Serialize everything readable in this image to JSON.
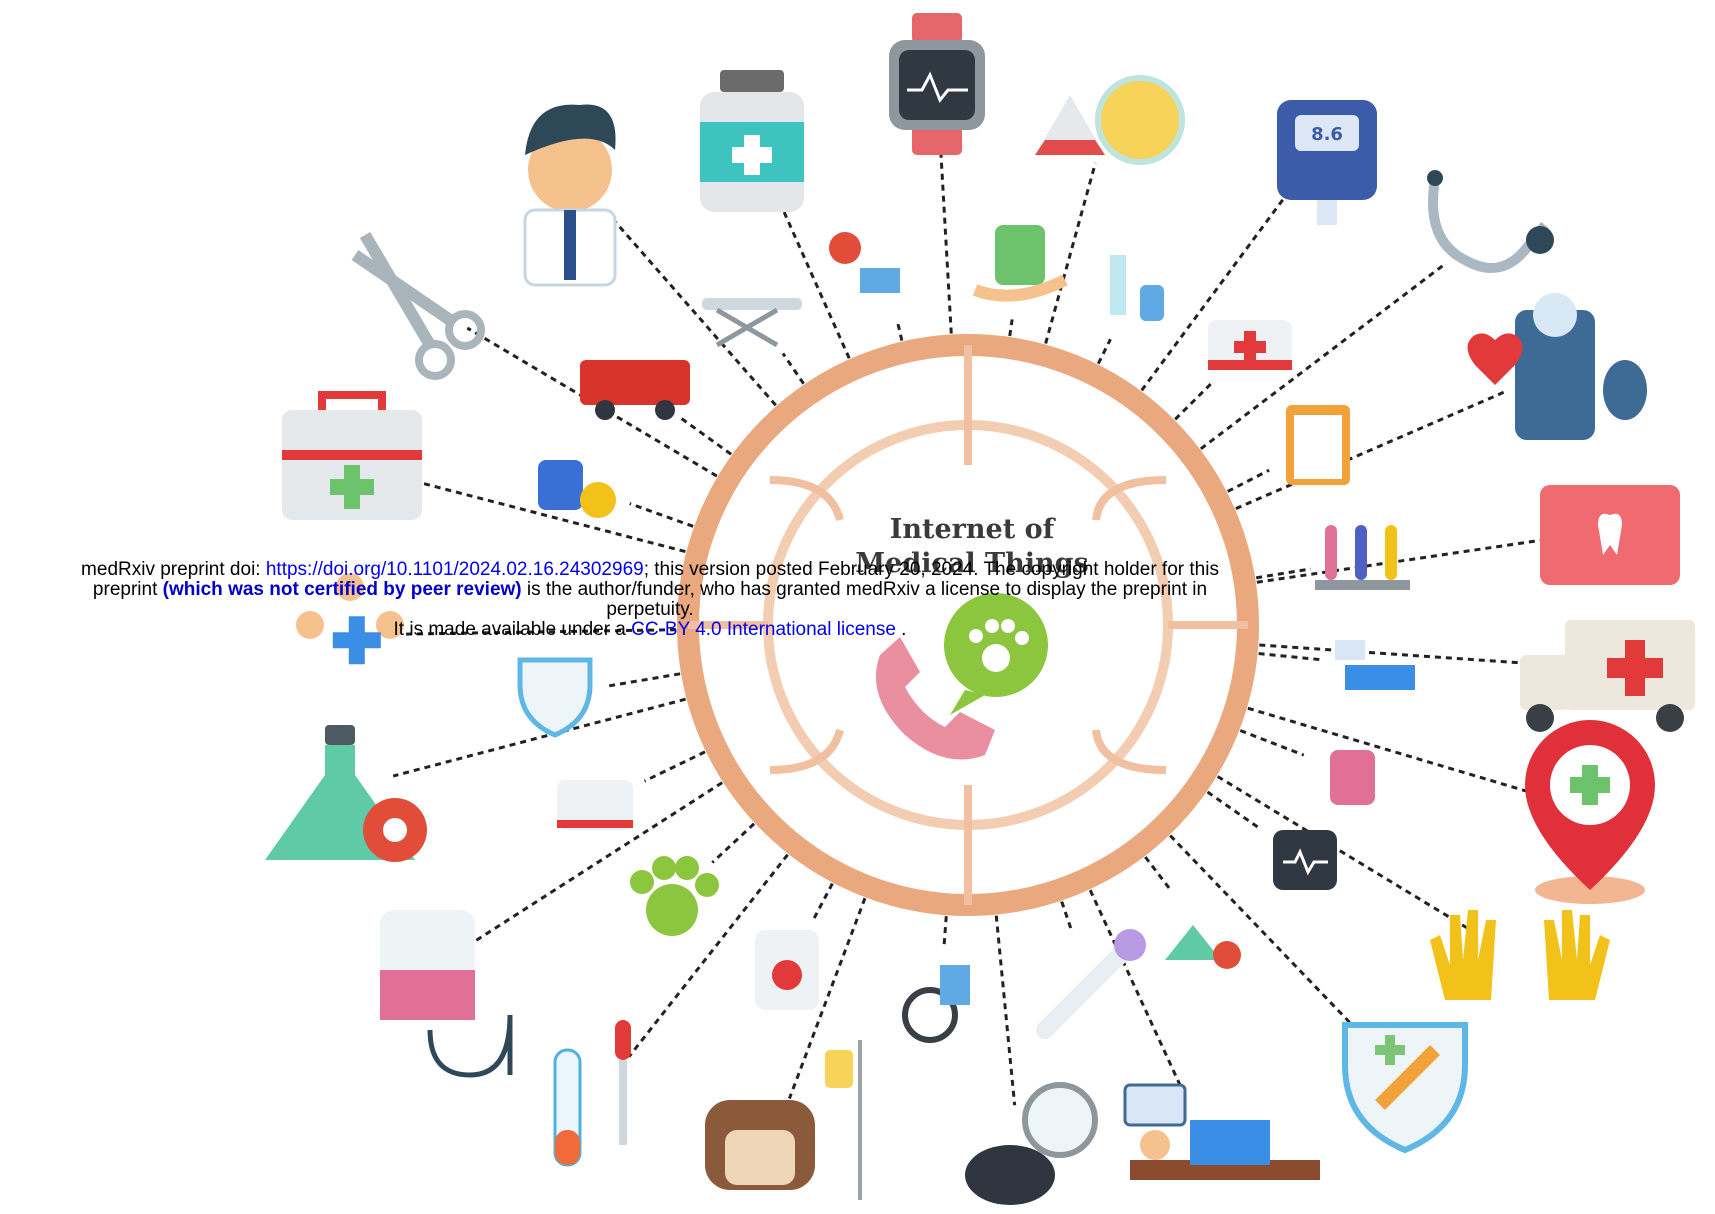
{
  "diagram": {
    "title_line1": "Internet of",
    "title_line2": "Medical Things",
    "colors": {
      "ring": "#e9a87e",
      "ring_light": "#f3cdb2",
      "line": "#222222"
    },
    "icons": [
      "doctor-icon",
      "pill-bottle-icon",
      "smartwatch-icon",
      "lab-flask-icon",
      "glucose-meter-icon",
      "stethoscope-icon",
      "blood-pressure-monitor-icon",
      "dental-kit-icon",
      "ambulance-icon",
      "location-pin-icon",
      "gloves-icon",
      "shield-syringe-icon",
      "bed-patient-icon",
      "stopwatch-icon",
      "dog-iv-icon",
      "dropper-tube-icon",
      "iv-bag-icon",
      "flask-gear-icon",
      "team-icon",
      "first-aid-kit-icon",
      "scissors-icon"
    ]
  },
  "banner": {
    "line1_pre": "medRxiv preprint doi: ",
    "doi_link": "https://doi.org/10.1101/2024.02.16.24302969",
    "line1_post": "; this version posted February 20, 2024. The copyright holder for this",
    "line2_pre": "preprint ",
    "line2_bold": "(which was not certified by peer review)",
    "line2_post": " is the author/funder, who has granted medRxiv a license to display the preprint in",
    "line3": "perpetuity.",
    "line4_pre": "It is made available under a ",
    "license_link": "CC-BY 4.0 International license",
    "line4_post": " ."
  }
}
